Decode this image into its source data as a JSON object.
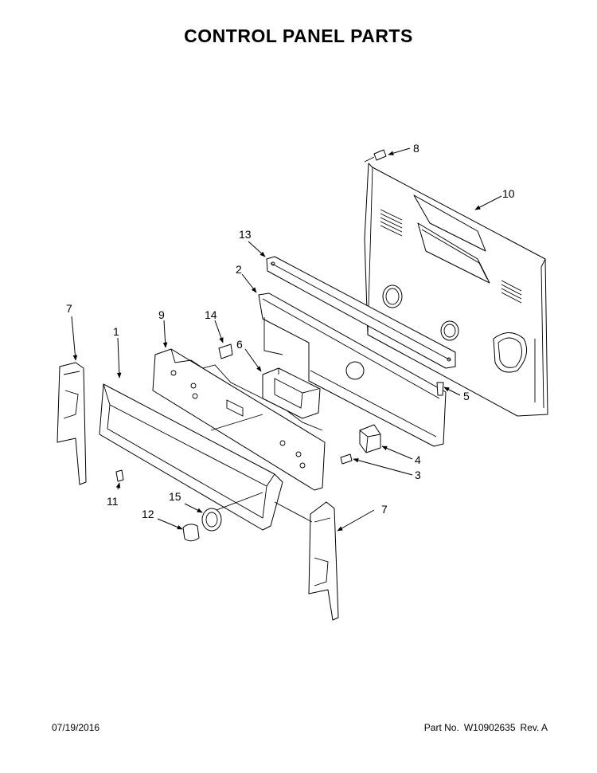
{
  "page": {
    "title": "CONTROL PANEL PARTS",
    "date": "07/19/2016",
    "part_no_label": "Part No.",
    "part_no": "W10902635",
    "revision": "Rev. A"
  },
  "callouts": [
    {
      "id": "c1",
      "label": "1"
    },
    {
      "id": "c2",
      "label": "2"
    },
    {
      "id": "c3",
      "label": "3"
    },
    {
      "id": "c4",
      "label": "4"
    },
    {
      "id": "c5",
      "label": "5"
    },
    {
      "id": "c6",
      "label": "6"
    },
    {
      "id": "c7a",
      "label": "7"
    },
    {
      "id": "c7b",
      "label": "7"
    },
    {
      "id": "c8",
      "label": "8"
    },
    {
      "id": "c9",
      "label": "9"
    },
    {
      "id": "c10",
      "label": "10"
    },
    {
      "id": "c11",
      "label": "11"
    },
    {
      "id": "c12",
      "label": "12"
    },
    {
      "id": "c13",
      "label": "13"
    },
    {
      "id": "c14",
      "label": "14"
    },
    {
      "id": "c15",
      "label": "15"
    }
  ]
}
